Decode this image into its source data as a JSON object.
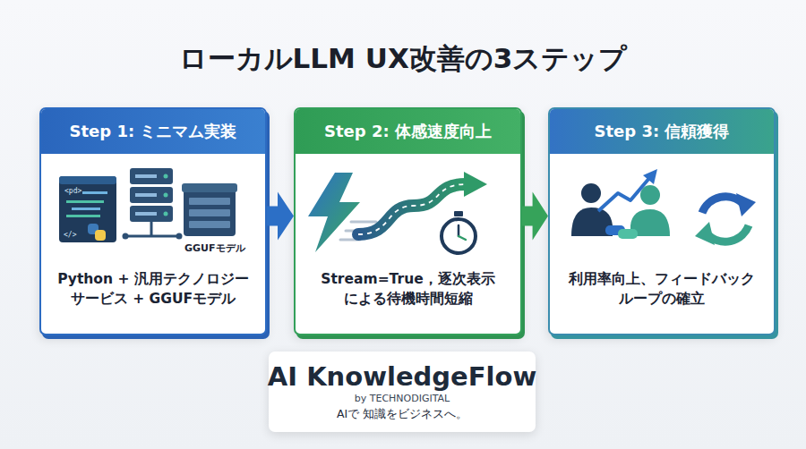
{
  "diagram": {
    "title": "ローカルLLM UX改善の3ステップ",
    "nodes": [
      {
        "text": [
          "Step 1: ミニマム実装",
          "Python + 汎用テクノロジー サービス + GGUFモデル"
        ]
      },
      {
        "text": [
          "Step 2: 体感速度向上",
          "Stream=True，逐次表示 による待機時間短縮"
        ]
      },
      {
        "text": [
          "Step 3: 信頼獲得",
          "利用率向上、フィードバック ループの確立"
        ]
      },
      {
        "text": [
          "AI KnowledgeFlow",
          "by TECHNODIGITAL",
          "AIで 知識をビジネスへ。"
        ]
      }
    ],
    "edges": [
      {
        "from": 0,
        "to": 1,
        "arrow": "to"
      },
      {
        "from": 1,
        "to": 2,
        "arrow": "to"
      }
    ],
    "labels": [
      "GGUFモデル",
      "<pd>",
      "</>"
    ]
  }
}
